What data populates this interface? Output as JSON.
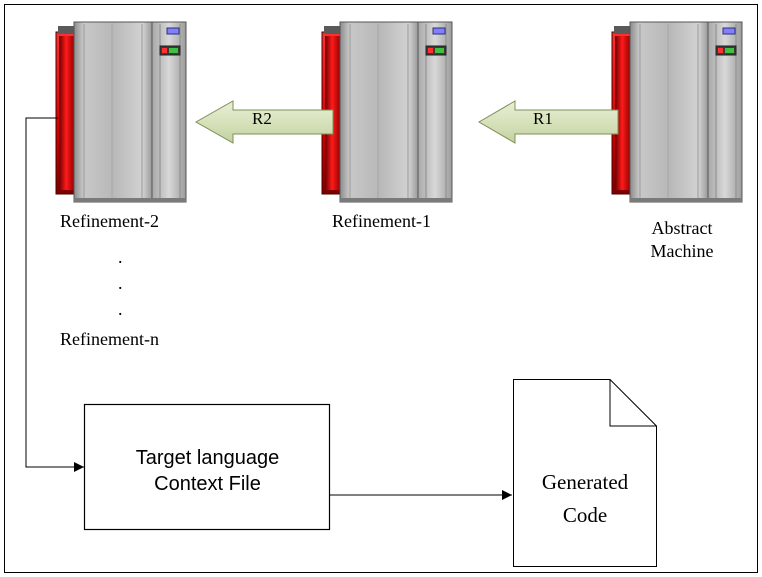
{
  "machines": {
    "refinement_2": "Refinement-2",
    "refinement_1": "Refinement-1",
    "abstract_line1": "Abstract",
    "abstract_line2": "Machine"
  },
  "arrows": {
    "r2": "R2",
    "r1": "R1"
  },
  "ellipsis": {
    "dot1": ".",
    "dot2": ".",
    "dot3": "."
  },
  "refinement_n": "Refinement-n",
  "target_box": {
    "line1": "Target language",
    "line2": "Context File"
  },
  "generated_doc": {
    "line1": "Generated",
    "line2": "Code"
  }
}
